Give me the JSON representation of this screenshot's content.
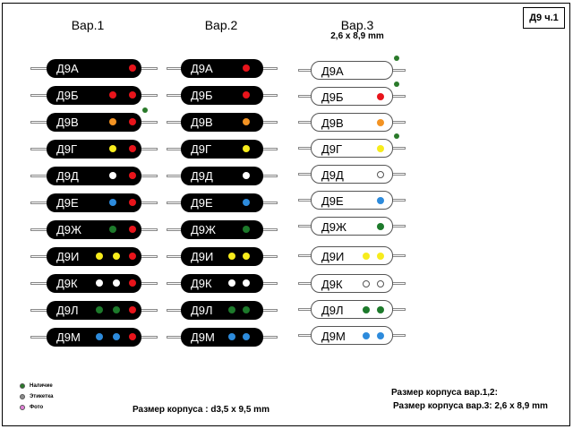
{
  "page_label": "Д9 ч.1",
  "columns": [
    {
      "title": "Вар.1",
      "subtitle": ""
    },
    {
      "title": "Вар.2",
      "subtitle": ""
    },
    {
      "title": "Вар.3",
      "subtitle": "2,6 x 8,9 mm"
    }
  ],
  "colors": {
    "red": "#e8141b",
    "orange": "#f39323",
    "yellow": "#f7ec1c",
    "white": "#ffffff",
    "blue": "#2d8bdc",
    "green": "#1d7a2b",
    "legend_availability": "#2a7a2a",
    "legend_label": "#8c8c8c",
    "legend_photo": "#e17fd6"
  },
  "variant1": [
    {
      "label": "Д9А",
      "dots": [
        "red"
      ],
      "avail": false
    },
    {
      "label": "Д9Б",
      "dots": [
        "red",
        "red"
      ],
      "avail": false
    },
    {
      "label": "Д9В",
      "dots": [
        "orange",
        "red"
      ],
      "avail": true
    },
    {
      "label": "Д9Г",
      "dots": [
        "yellow",
        "red"
      ],
      "avail": false
    },
    {
      "label": "Д9Д",
      "dots": [
        "white",
        "red"
      ],
      "avail": false
    },
    {
      "label": "Д9Е",
      "dots": [
        "blue",
        "red"
      ],
      "avail": false
    },
    {
      "label": "Д9Ж",
      "dots": [
        "green",
        "red"
      ],
      "avail": false
    },
    {
      "label": "Д9И",
      "dots": [
        "yellow",
        "yellow",
        "red"
      ],
      "avail": false
    },
    {
      "label": "Д9К",
      "dots": [
        "white",
        "white",
        "red"
      ],
      "avail": false
    },
    {
      "label": "Д9Л",
      "dots": [
        "green",
        "green",
        "red"
      ],
      "avail": false
    },
    {
      "label": "Д9М",
      "dots": [
        "blue",
        "blue",
        "red"
      ],
      "avail": false
    }
  ],
  "variant2": [
    {
      "label": "Д9А",
      "dots": [
        "red"
      ]
    },
    {
      "label": "Д9Б",
      "dots": [
        "red"
      ]
    },
    {
      "label": "Д9В",
      "dots": [
        "orange"
      ]
    },
    {
      "label": "Д9Г",
      "dots": [
        "yellow"
      ]
    },
    {
      "label": "Д9Д",
      "dots": [
        "white"
      ]
    },
    {
      "label": "Д9Е",
      "dots": [
        "blue"
      ]
    },
    {
      "label": "Д9Ж",
      "dots": [
        "green"
      ]
    },
    {
      "label": "Д9И",
      "dots": [
        "yellow",
        "yellow"
      ]
    },
    {
      "label": "Д9К",
      "dots": [
        "white",
        "white"
      ]
    },
    {
      "label": "Д9Л",
      "dots": [
        "green",
        "green"
      ]
    },
    {
      "label": "Д9М",
      "dots": [
        "blue",
        "blue"
      ]
    }
  ],
  "variant3": [
    {
      "label": "Д9А",
      "dots": [],
      "avail": true
    },
    {
      "label": "Д9Б",
      "dots": [
        "red"
      ],
      "avail": true
    },
    {
      "label": "Д9В",
      "dots": [
        "orange"
      ],
      "avail": false
    },
    {
      "label": "Д9Г",
      "dots": [
        "yellow"
      ],
      "avail": true
    },
    {
      "label": "Д9Д",
      "dots": [
        "white"
      ],
      "avail": false
    },
    {
      "label": "Д9Е",
      "dots": [
        "blue"
      ],
      "avail": false
    },
    {
      "label": "Д9Ж",
      "dots": [
        "green"
      ],
      "avail": false
    },
    {
      "label": "Д9И",
      "dots": [
        "yellow",
        "yellow"
      ],
      "avail": false
    },
    {
      "label": "Д9К",
      "dots": [
        "white",
        "white"
      ],
      "avail": false
    },
    {
      "label": "Д9Л",
      "dots": [
        "green",
        "green"
      ],
      "avail": false
    },
    {
      "label": "Д9М",
      "dots": [
        "blue",
        "blue"
      ],
      "avail": false
    }
  ],
  "legend": [
    {
      "label": "Наличие",
      "color_key": "legend_availability"
    },
    {
      "label": "Этикетка",
      "color_key": "legend_label"
    },
    {
      "label": "Фото",
      "color_key": "legend_photo"
    }
  ],
  "notes": {
    "body_size_12": "Размер корпуса : d3,5 x 9,5 mm",
    "body_size_title": "Размер корпуса вар.1,2:",
    "body_size_v3": "Размер корпуса вар.3: 2,6 x 8,9 mm"
  }
}
